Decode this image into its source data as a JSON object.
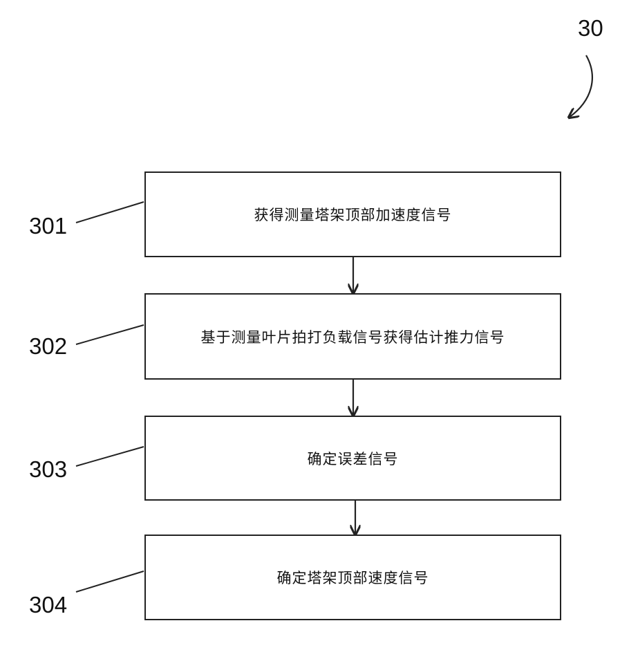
{
  "figure_ref": "30",
  "steps": [
    {
      "ref": "301",
      "text": "获得测量塔架顶部加速度信号"
    },
    {
      "ref": "302",
      "text": "基于测量叶片拍打负载信号获得估计推力信号"
    },
    {
      "ref": "303",
      "text": "确定误差信号"
    },
    {
      "ref": "304",
      "text": "确定塔架顶部速度信号"
    }
  ]
}
